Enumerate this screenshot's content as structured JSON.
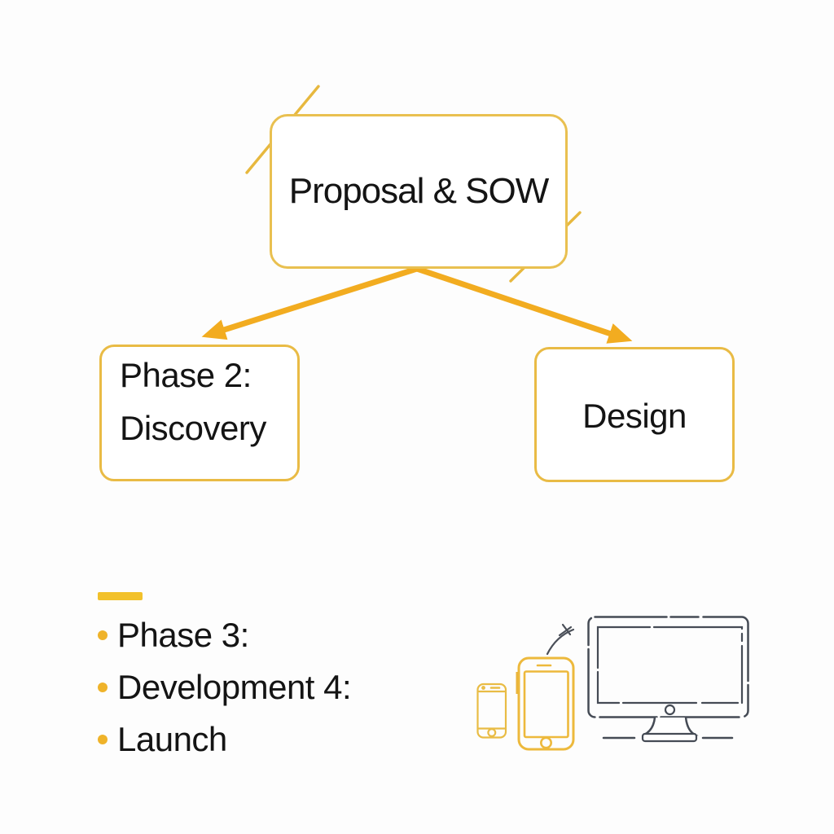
{
  "flowchart": {
    "top_box": {
      "label": "Proposal & SOW"
    },
    "left_box": {
      "line1": "Phase 2:",
      "line2": "Discovery"
    },
    "right_box": {
      "label": "Design"
    }
  },
  "phase_list": {
    "items": [
      {
        "label": "Phase 3:"
      },
      {
        "label": "Development 4:"
      },
      {
        "label": "Launch"
      }
    ]
  },
  "illustration": {
    "devices": [
      "smartphone-icon",
      "tablet-icon",
      "monitor-icon"
    ],
    "extra": "curved-arrow-icon"
  },
  "colors": {
    "arrow_gold": "#f2ac20",
    "box_border_gold": "#e9bb45",
    "slash_gold": "#e7b83e",
    "bullet_gold": "#efb32a",
    "dash_gold": "#f2c12b",
    "phone_gold": "#e9bc45",
    "tablet_gold": "#edb93c",
    "sketch_gray": "#454b55",
    "text": "#141414",
    "background": "#fdfdfd"
  }
}
